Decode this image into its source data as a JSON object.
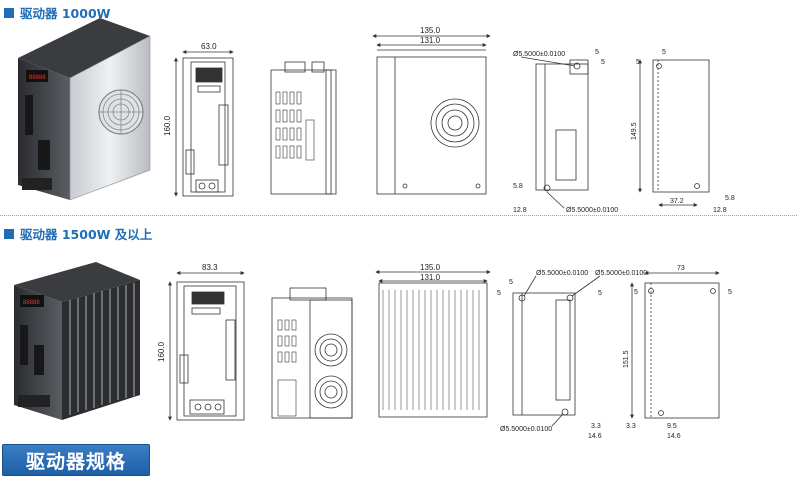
{
  "sections": [
    {
      "title": "驱动器 1000W"
    },
    {
      "title": "驱动器 1500W 及以上"
    }
  ],
  "footer": {
    "banner": "驱动器规格"
  },
  "dims_1000w": {
    "front_width": "63.0",
    "front_height": "160.0",
    "side_overall": "135.0",
    "side_inner": "131.0",
    "hole_top": "Ø5.5000±0.0100",
    "hole_bottom": "Ø5.5000±0.0100",
    "tab_top_a": "5",
    "tab_top_b": "5",
    "offset_58_left": "5.8",
    "offset_128_left": "12.8",
    "plate_top": "5",
    "plate_top_left": "5",
    "plate_height": "149.5",
    "plate_bottom_w": "37.2",
    "plate_bottom_r": "12.8",
    "plate_58_right": "5.8"
  },
  "dims_1500w": {
    "front_width": "83.3",
    "front_height": "160.0",
    "side_overall": "135.0",
    "side_inner": "131.0",
    "hole_top_left": "Ø5.5000±0.0100",
    "hole_top_right": "Ø5.5000±0.0100",
    "hole_bottom": "Ø5.5000±0.0100",
    "tab_left": "5",
    "tab_right": "5",
    "bottom_33": "3.3",
    "bottom_146": "14.6",
    "plate_width": "73",
    "plate_left_5": "5",
    "plate_right_5": "5",
    "plate_height": "151.5",
    "plate_33": "3.3",
    "plate_95": "9.5",
    "plate_146": "14.6"
  }
}
